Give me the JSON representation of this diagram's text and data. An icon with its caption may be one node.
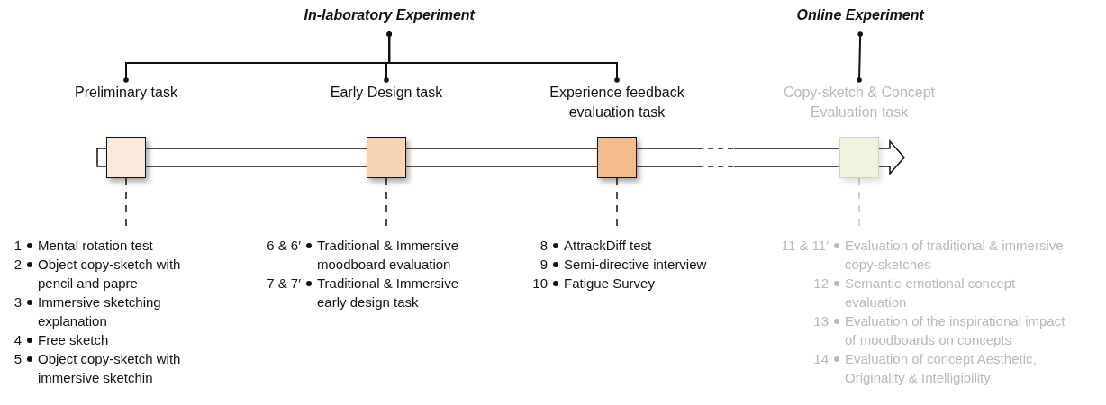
{
  "diagram": {
    "nodes": [
      {
        "text": [
          "In-laboratory Experiment"
        ]
      },
      {
        "text": [
          "Online Experiment"
        ]
      },
      {
        "text": [
          "Preliminary task"
        ]
      },
      {
        "text": [
          "Early Design task"
        ]
      },
      {
        "text": [
          "Experience feedback evaluation task"
        ]
      },
      {
        "text": [
          "Copy-sketch & Concept Evaluation task"
        ]
      },
      {
        "text": [
          "1",
          "Mental rotation test",
          "2",
          "Object copy-sketch with pencil and papre",
          "3",
          "Immersive sketching explanation",
          "4",
          "Free sketch",
          "5",
          "Object copy-sketch with immersive sketchin"
        ]
      },
      {
        "text": [
          "6 & 6′",
          "Traditional & Immersive moodboard evaluation",
          "7 & 7′",
          "Traditional & Immersive early design task"
        ]
      },
      {
        "text": [
          "8",
          "AttrackDiff test",
          "9",
          "Semi-directive interview",
          "10",
          "Fatigue Survey"
        ]
      },
      {
        "text": [
          "11 & 11′",
          "Evaluation of traditional & immersive copy-sketches",
          "12",
          "Semantic-emotional concept evaluation",
          "13",
          "Evaluation of the inspirational impact of moodboards on concepts",
          "14",
          "Evaluation of concept Aesthetic, Originality & Intelligibility"
        ]
      }
    ],
    "edges": [
      {
        "from": 0,
        "to": 2,
        "arrow": "other"
      },
      {
        "from": 0,
        "to": 3,
        "arrow": "other"
      },
      {
        "from": 0,
        "to": 4,
        "arrow": "other"
      },
      {
        "from": 1,
        "to": 5,
        "arrow": "other"
      },
      {
        "from": 2,
        "to": 6,
        "arrow": "none",
        "style": "dashed"
      },
      {
        "from": 3,
        "to": 7,
        "arrow": "none",
        "style": "dashed"
      },
      {
        "from": 4,
        "to": 8,
        "arrow": "none",
        "style": "dashed"
      },
      {
        "from": 5,
        "to": 9,
        "arrow": "none",
        "style": "dashed",
        "color": "#c4c4c8"
      }
    ]
  }
}
